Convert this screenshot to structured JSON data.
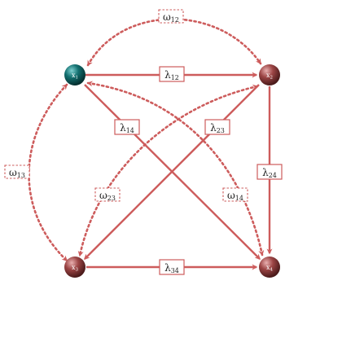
{
  "nodes": [
    {
      "id": "x1",
      "base": "x",
      "sub": "1",
      "color": "teal"
    },
    {
      "id": "x2",
      "base": "x",
      "sub": "2",
      "color": "red"
    },
    {
      "id": "x3",
      "base": "x",
      "sub": "3",
      "color": "red"
    },
    {
      "id": "x4",
      "base": "x",
      "sub": "4",
      "color": "red"
    }
  ],
  "edges": [
    {
      "id": "lambda12",
      "from": "x1",
      "to": "x2",
      "style": "solid",
      "sym": "λ",
      "sub": "12"
    },
    {
      "id": "lambda14",
      "from": "x1",
      "to": "x4",
      "style": "solid",
      "sym": "λ",
      "sub": "14"
    },
    {
      "id": "lambda23",
      "from": "x2",
      "to": "x3",
      "style": "solid",
      "sym": "λ",
      "sub": "23"
    },
    {
      "id": "lambda24",
      "from": "x2",
      "to": "x4",
      "style": "solid",
      "sym": "λ",
      "sub": "24"
    },
    {
      "id": "lambda34",
      "from": "x3",
      "to": "x4",
      "style": "solid",
      "sym": "λ",
      "sub": "34"
    },
    {
      "id": "omega12",
      "from": "x1",
      "to": "x2",
      "style": "dotted",
      "sym": "ω",
      "sub": "12"
    },
    {
      "id": "omega13",
      "from": "x1",
      "to": "x3",
      "style": "dotted",
      "sym": "ω",
      "sub": "13"
    },
    {
      "id": "omega23",
      "from": "x2",
      "to": "x3",
      "style": "dotted",
      "sym": "ω",
      "sub": "23"
    },
    {
      "id": "omega14",
      "from": "x1",
      "to": "x4",
      "style": "dotted",
      "sym": "ω",
      "sub": "14"
    }
  ],
  "colors": {
    "edge": "#cd5c5c",
    "node_teal": "#0e5f5f",
    "node_red": "#8b3a3a"
  }
}
